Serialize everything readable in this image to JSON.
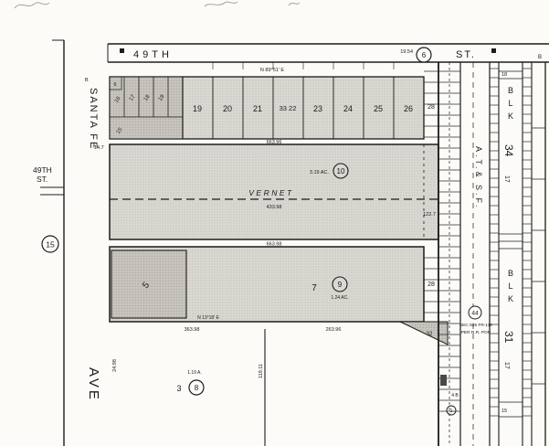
{
  "streets": {
    "top_name": "49TH",
    "top_suffix": "ST.",
    "left_name": "SANTA FE",
    "left_suffix": "AVE",
    "stub_line1": "49TH",
    "stub_line2": "ST.",
    "vacated": "VERNET"
  },
  "railroad": {
    "label": "A.T.& S.F."
  },
  "blocks": {
    "upper": {
      "word_letters": [
        "B",
        "L",
        "K"
      ],
      "number": "34",
      "acreage": "17"
    },
    "lower": {
      "word_letters": [
        "B",
        "L",
        "K"
      ],
      "number": "31",
      "acreage": "17"
    }
  },
  "circled": {
    "c6": "6",
    "c15": "15",
    "c10": "10",
    "c9": "9",
    "c8": "8",
    "c44": "44",
    "c1": "1"
  },
  "lots": {
    "top_row": [
      "19",
      "20",
      "21",
      "33 22",
      "23",
      "24",
      "25",
      "26"
    ],
    "corner": [
      "16",
      "17",
      "18",
      "19"
    ],
    "corner_low": "15",
    "corner_tiny": "6",
    "strip_upper": "28",
    "strip_lower": "28"
  },
  "parcels": {
    "upper_area": "3.19 AC.",
    "lower_number": "7",
    "lower_area": "1.24 AC.",
    "left_lower": "5",
    "bottom_number": "3",
    "bottom_area": "1.19 A.",
    "corner_piece": "32"
  },
  "dims": {
    "bearing_top": "N 89°51' E",
    "street_tick": "19.54",
    "upper_top": "663.96",
    "vernet_under": "433.98",
    "between_parcels": "663.98",
    "right_mid": "122.7",
    "bearing_bottom": "N 13°18' E",
    "bottom_left": "363.98",
    "bottom_right": "263.96",
    "santa_fe_tick": "14.7",
    "left_vertical": "24.98",
    "mid_vertical": "119.11",
    "strip_note": "4 B",
    "blk_top_tick": "18",
    "blk_bottom_tick": "15"
  },
  "notes": {
    "sec_line1": "SEC 835 FR-110",
    "sec_line2": "PER R.R. POR",
    "b_left": "B",
    "b_right": "B"
  }
}
